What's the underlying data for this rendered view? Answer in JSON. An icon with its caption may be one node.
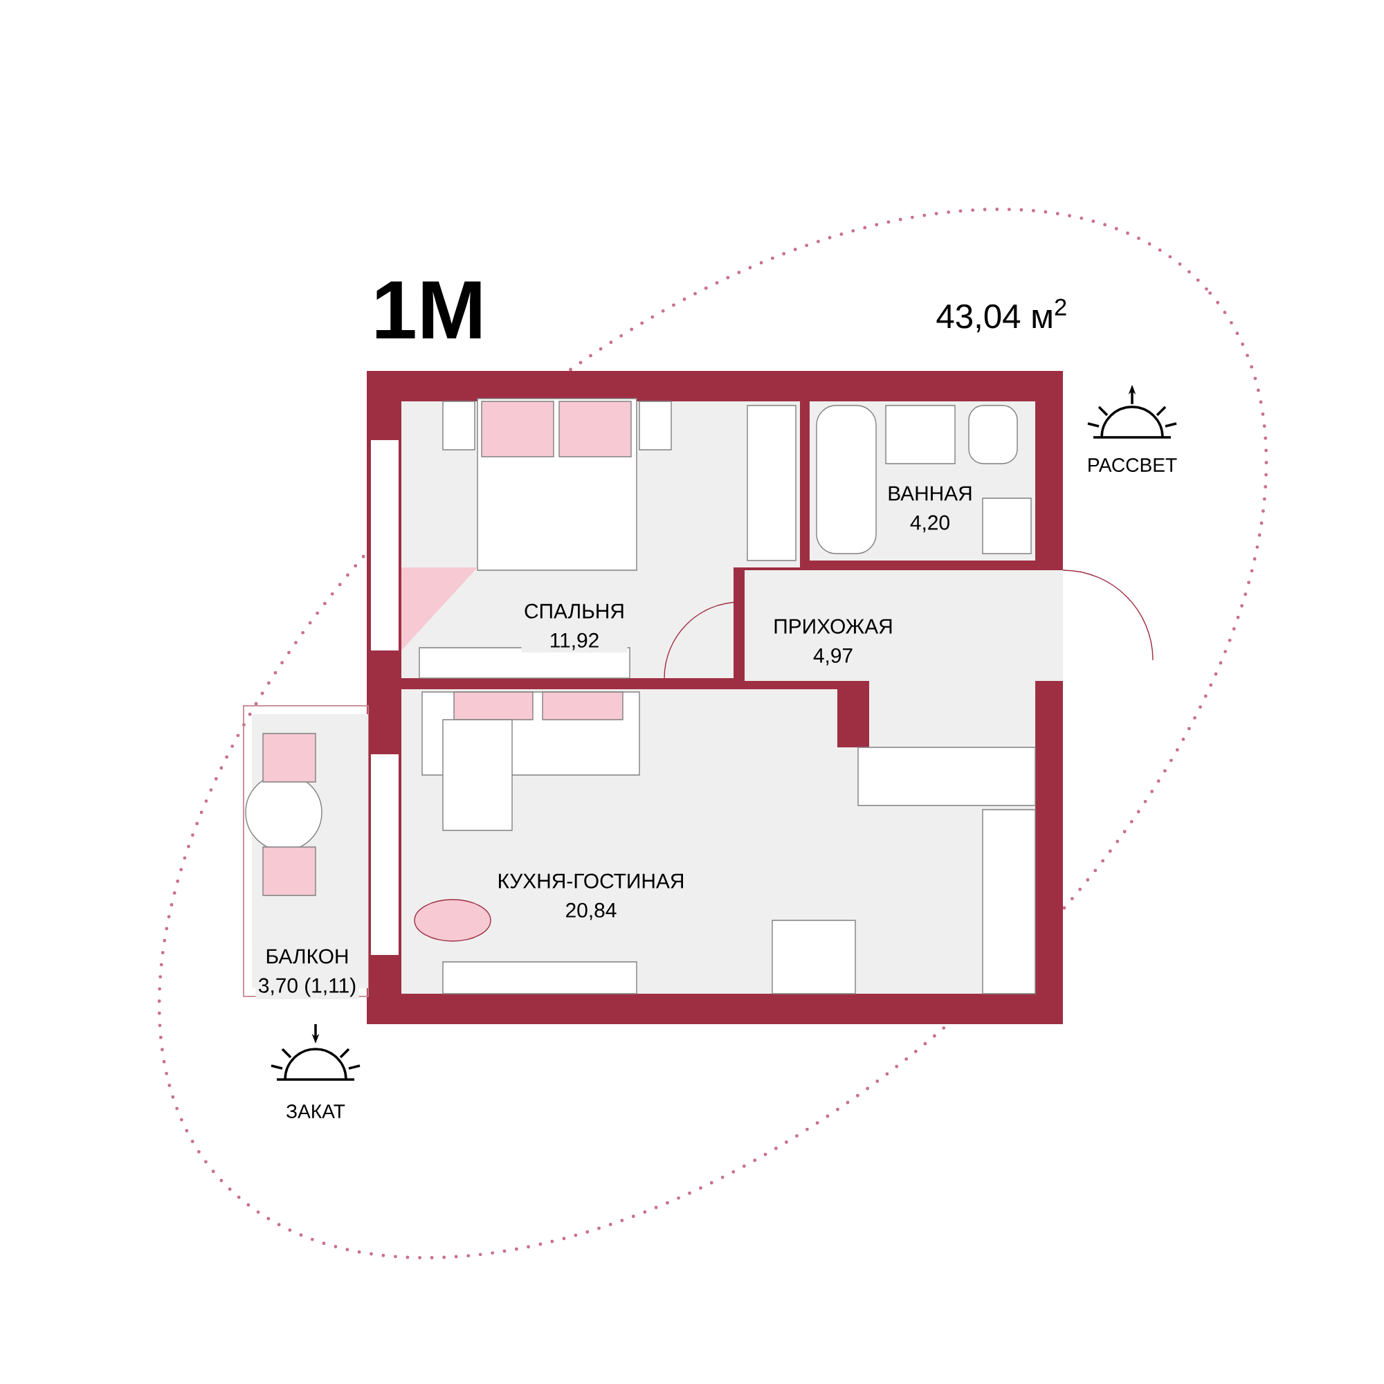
{
  "diagram": {
    "title": "1М",
    "nodes": [
      {
        "text": [
          "СПАЛЬНЯ",
          "11,92"
        ]
      },
      {
        "text": [
          "ВАННАЯ",
          "4,20"
        ]
      },
      {
        "text": [
          "ПРИХОЖАЯ",
          "4,97"
        ]
      },
      {
        "text": [
          "КУХНЯ-ГОСТИНАЯ",
          "20,84"
        ]
      },
      {
        "text": [
          "БАЛКОН",
          "3,70 (1,11)"
        ]
      }
    ],
    "edges": [],
    "labels": [
      "43,04 м$^{2}$",
      "РАССВЕТ",
      "ЗАКАТ"
    ]
  }
}
